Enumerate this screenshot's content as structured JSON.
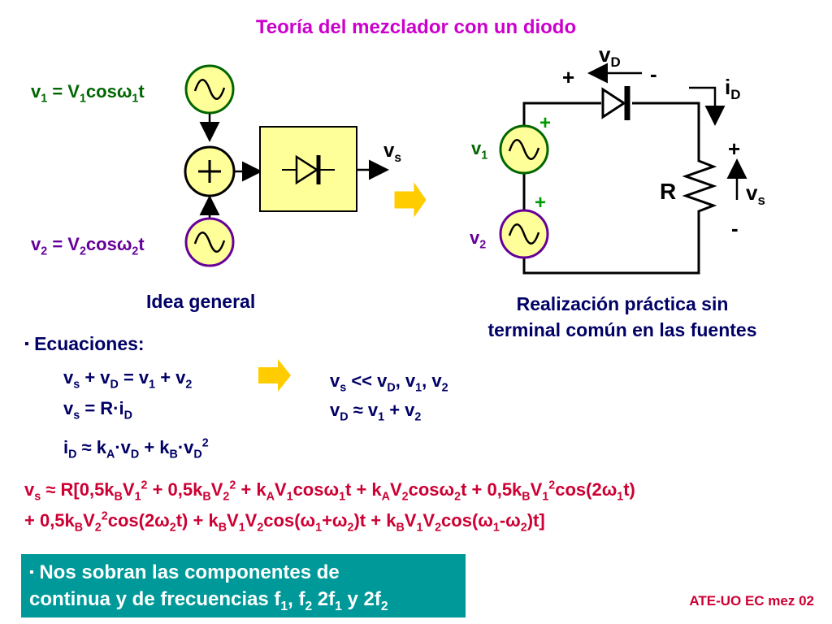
{
  "title": "Teoría del mezclador con un diodo",
  "left_diagram": {
    "v1_label": [
      "v",
      "1",
      " = V",
      "1",
      "cosω",
      "1",
      "t"
    ],
    "v2_label": [
      "v",
      "2",
      " = V",
      "2",
      "cosω",
      "2",
      "t"
    ],
    "vs_label": [
      "v",
      "s"
    ],
    "caption": "Idea general"
  },
  "right_diagram": {
    "vd_label": [
      "v",
      "D"
    ],
    "id_label": [
      "i",
      "D"
    ],
    "v1_label": [
      "v",
      "1"
    ],
    "v2_label": [
      "v",
      "2"
    ],
    "r_label": "R",
    "vs_label": [
      "v",
      "s"
    ],
    "caption_line1": "Realización práctica sin",
    "caption_line2": "terminal común en las fuentes"
  },
  "equations": {
    "heading": "Ecuaciones:",
    "bullet": "▪",
    "eq1": [
      "v",
      "s",
      " + v",
      "D",
      " = v",
      "1",
      " + v",
      "2"
    ],
    "eq2": [
      "v",
      "s",
      " = R·i",
      "D"
    ],
    "eq3": [
      "i",
      "D",
      " ≈ k",
      "A",
      "·v",
      "D",
      " + k",
      "B",
      "·v",
      "D",
      "2"
    ],
    "cond1": [
      "v",
      "s",
      " << v",
      "D",
      ", v",
      "1",
      ", v",
      "2"
    ],
    "cond2": [
      "v",
      "D",
      " ≈ v",
      "1",
      " + v",
      "2"
    ],
    "long_line1": "v_s ≈ R[0,5k_BV_1^2 + 0,5k_BV_2^2 + k_AV_1cosω_1t + k_AV_2cosω_2t + 0,5k_BV_1^2cos(2ω_1t)",
    "long_line2": "+ 0,5k_BV_2^2cos(2ω_2t) + k_BV_1V_2cos(ω_1+ω_2)t + k_BV_1V_2cos(ω_1-ω_2)t]"
  },
  "note": {
    "bullet": "▪",
    "line1": "Nos sobran las componentes de",
    "line2": [
      "continua y de frecuencias f",
      "1",
      ", f",
      "2",
      " 2f",
      "1",
      " y 2f",
      "2"
    ]
  },
  "footer": "ATE-UO EC mez 02",
  "symbols": {
    "plus": "+",
    "minus": "-"
  },
  "colors": {
    "title": "#cc00cc",
    "green_source": "#006600",
    "purple_source": "#660099",
    "source_fill": "#ffff99",
    "block_fill": "#ffff99",
    "arrow_fill": "#ffcc00",
    "circuit_sign": "#009900",
    "equation_red": "#cc0033",
    "note_bg": "#009999"
  }
}
